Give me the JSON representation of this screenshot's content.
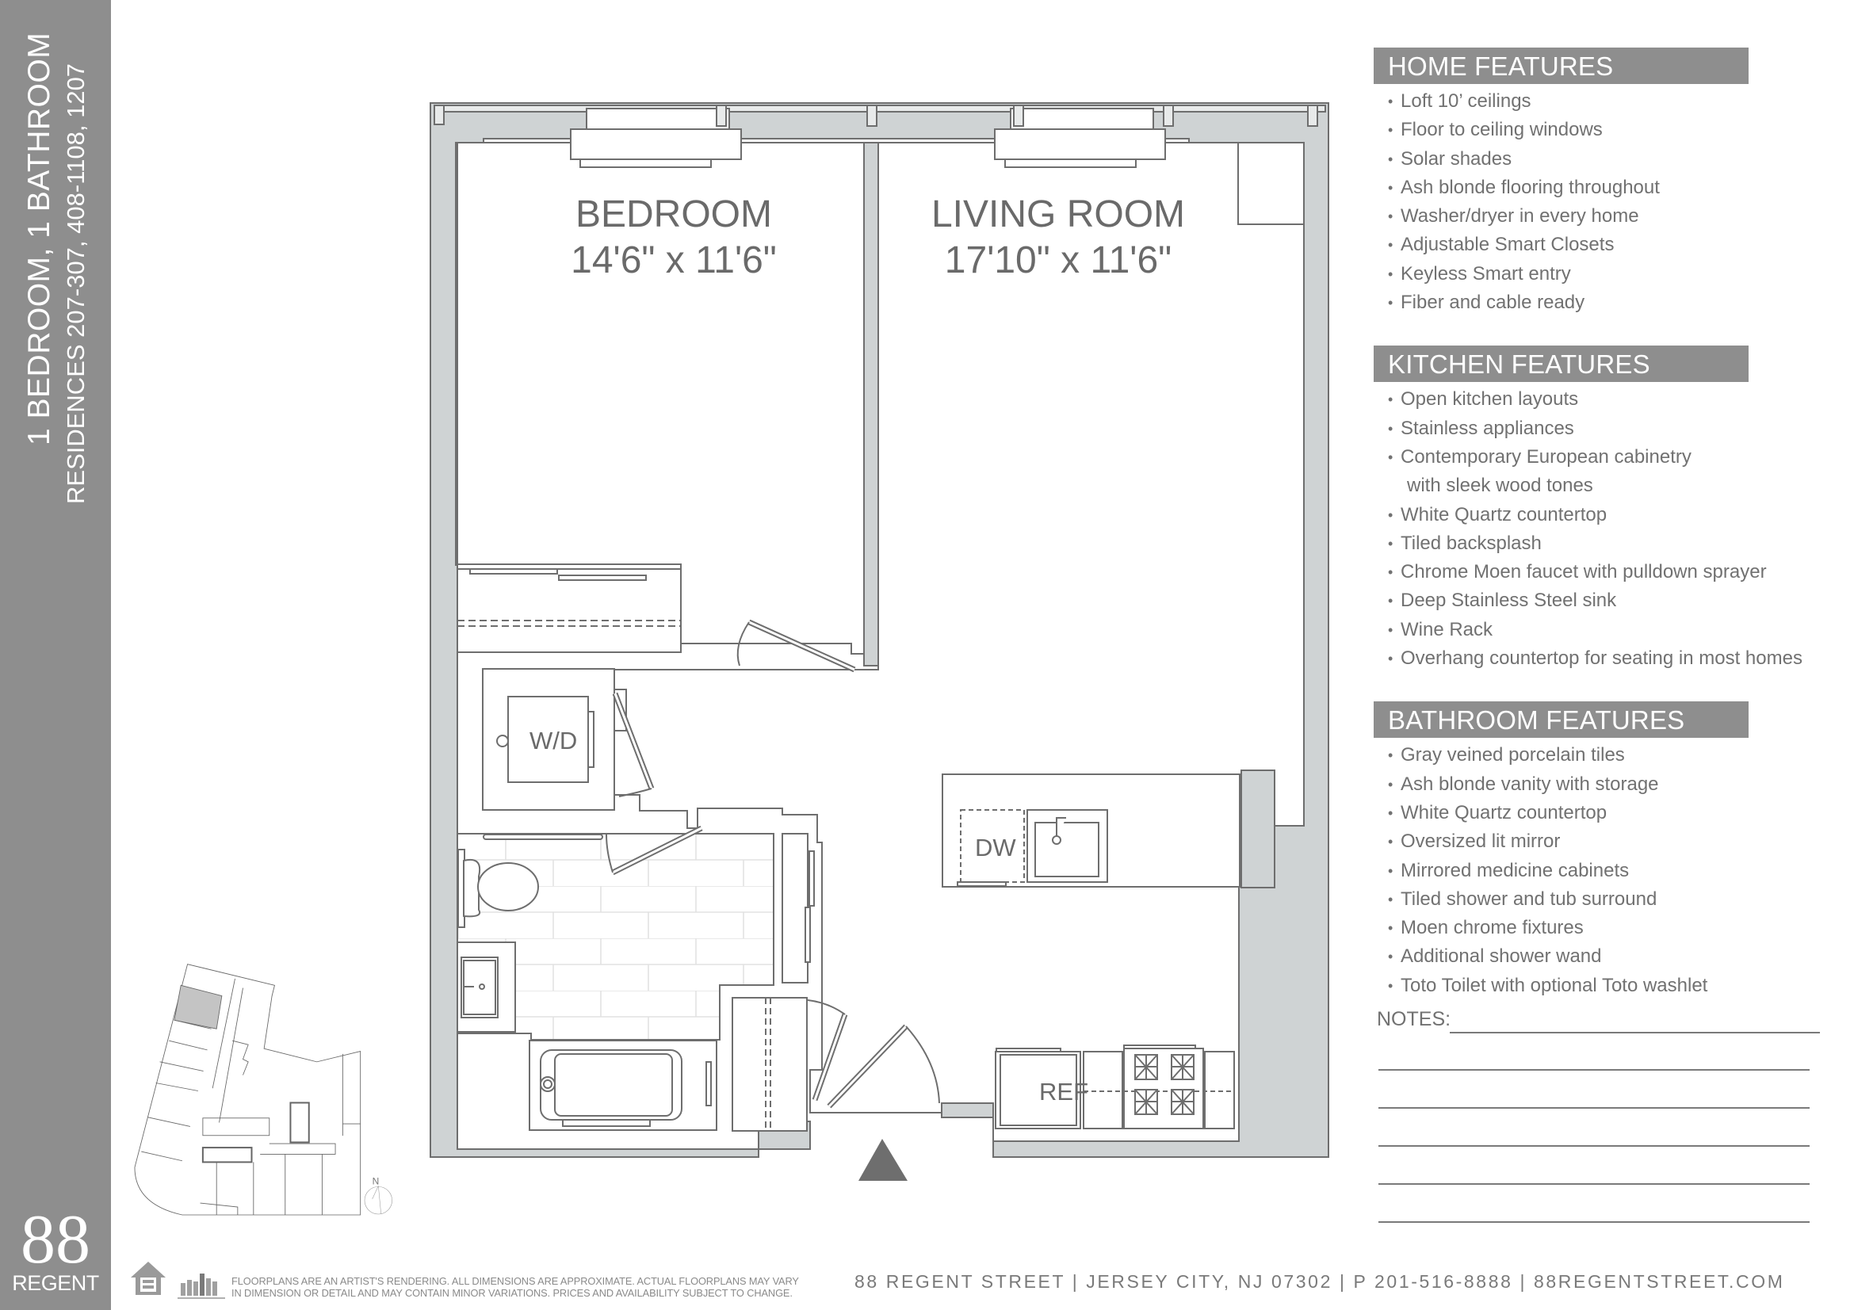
{
  "sidebar": {
    "title": "1 BEDROOM, 1 BATHROOM",
    "subtitle": "RESIDENCES 207-307, 408-1108, 1207",
    "brand_number": "88",
    "brand_word": "REGENT",
    "background_color": "#8e8e8e"
  },
  "floorplan": {
    "rooms": [
      {
        "name": "BEDROOM",
        "dimensions": "14'6\" x 11'6\""
      },
      {
        "name": "LIVING ROOM",
        "dimensions": "17'10\" x 11'6\""
      }
    ],
    "fixtures": {
      "washer_dryer": "W/D",
      "dishwasher": "DW",
      "refrigerator": "REF"
    },
    "entry_marker": "entry-triangle-icon",
    "wall_fill_color": "#cfd3d4",
    "line_color": "#6e6e6e"
  },
  "keyplan": {
    "north_label": "N",
    "highlighted_unit_color": "#c4c4c4"
  },
  "features": {
    "home": {
      "header": "HOME FEATURES",
      "items": [
        "Loft 10’ ceilings",
        "Floor to ceiling windows",
        "Solar shades",
        "Ash blonde flooring throughout",
        "Washer/dryer in every home",
        "Adjustable Smart Closets",
        "Keyless Smart entry",
        "Fiber and cable ready"
      ]
    },
    "kitchen": {
      "header": "KITCHEN FEATURES",
      "items": [
        "Open kitchen layouts",
        "Stainless appliances",
        "Contemporary European cabinetry",
        "White Quartz countertop",
        "Tiled backsplash",
        "Chrome Moen faucet with pulldown sprayer",
        "Deep Stainless Steel sink",
        "Wine Rack",
        "Overhang countertop for seating in most homes"
      ],
      "item_2_continuation": "with sleek wood tones"
    },
    "bathroom": {
      "header": "BATHROOM FEATURES",
      "items": [
        "Gray veined porcelain tiles",
        "Ash blonde vanity with storage",
        "White Quartz countertop",
        "Oversized lit mirror",
        "Mirrored medicine cabinets",
        "Tiled shower and tub surround",
        "Moen chrome fixtures",
        "Additional shower wand",
        "Toto Toilet with optional Toto washlet"
      ]
    },
    "bullet": "•"
  },
  "notes": {
    "label": "NOTES:",
    "blank_lines": 5
  },
  "footer": {
    "logos": [
      "equal-housing-opportunity-logo",
      "marketing-directors-logo"
    ],
    "disclaimer_line1": "FLOORPLANS ARE AN ARTIST'S RENDERING. ALL DIMENSIONS ARE APPROXIMATE. ACTUAL FLOORPLANS MAY VARY",
    "disclaimer_line2": "IN DIMENSION OR DETAIL AND MAY CONTAIN MINOR VARIATIONS. PRICES AND AVAILABILITY SUBJECT TO CHANGE.",
    "address": "88 REGENT STREET | JERSEY CITY, NJ 07302 | P 201-516-8888 | 88REGENTSTREET.COM"
  }
}
